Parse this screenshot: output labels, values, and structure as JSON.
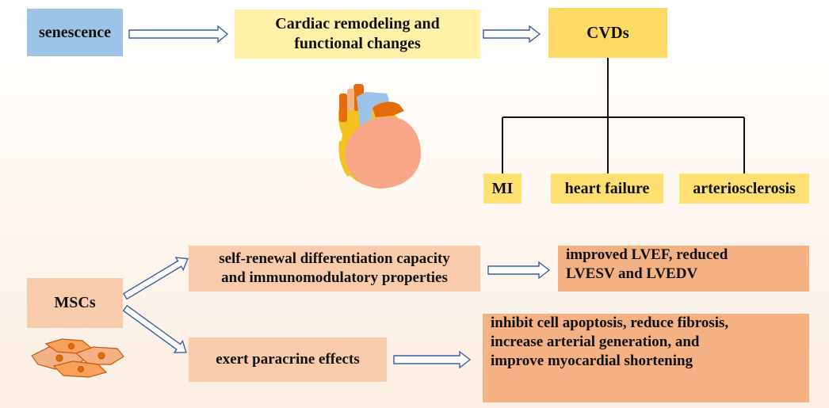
{
  "boxes": {
    "senescence": {
      "text": "senescence",
      "color": "#9dc3e6"
    },
    "remodeling": {
      "line1": "Cardiac remodeling and",
      "line2": "functional changes",
      "color": "#fff2a8"
    },
    "cvds": {
      "text": "CVDs",
      "color": "#ffd966"
    },
    "mi": {
      "text": "MI",
      "color": "#ffe071"
    },
    "heart_failure": {
      "text": "heart failure",
      "color": "#ffe071"
    },
    "arteriosclerosis": {
      "text": "arteriosclerosis",
      "color": "#ffe071"
    },
    "mscs": {
      "text": "MSCs",
      "color": "#f8cbad"
    },
    "self_renewal": {
      "line1": "self-renewal differentiation capacity",
      "line2": "and immunomodulatory properties",
      "color": "#f8cbad"
    },
    "paracrine": {
      "text": "exert paracrine effects",
      "color": "#f8cbad"
    },
    "improved": {
      "line1": "improved LVEF, reduced",
      "line2": "LVESV and LVEDV",
      "color": "#f4b183"
    },
    "inhibit": {
      "line1": "inhibit cell apoptosis, reduce fibrosis,",
      "line2": "increase arterial generation, and",
      "line3": "improve myocardial shortening",
      "color": "#f4b183"
    }
  },
  "icons": {
    "heart": "heart-illustration",
    "cells": "mesenchymal-stem-cells-illustration",
    "arrow_fill": "#ffffff",
    "arrow_stroke": "#3b5fa0",
    "tree_line": "#111111"
  }
}
